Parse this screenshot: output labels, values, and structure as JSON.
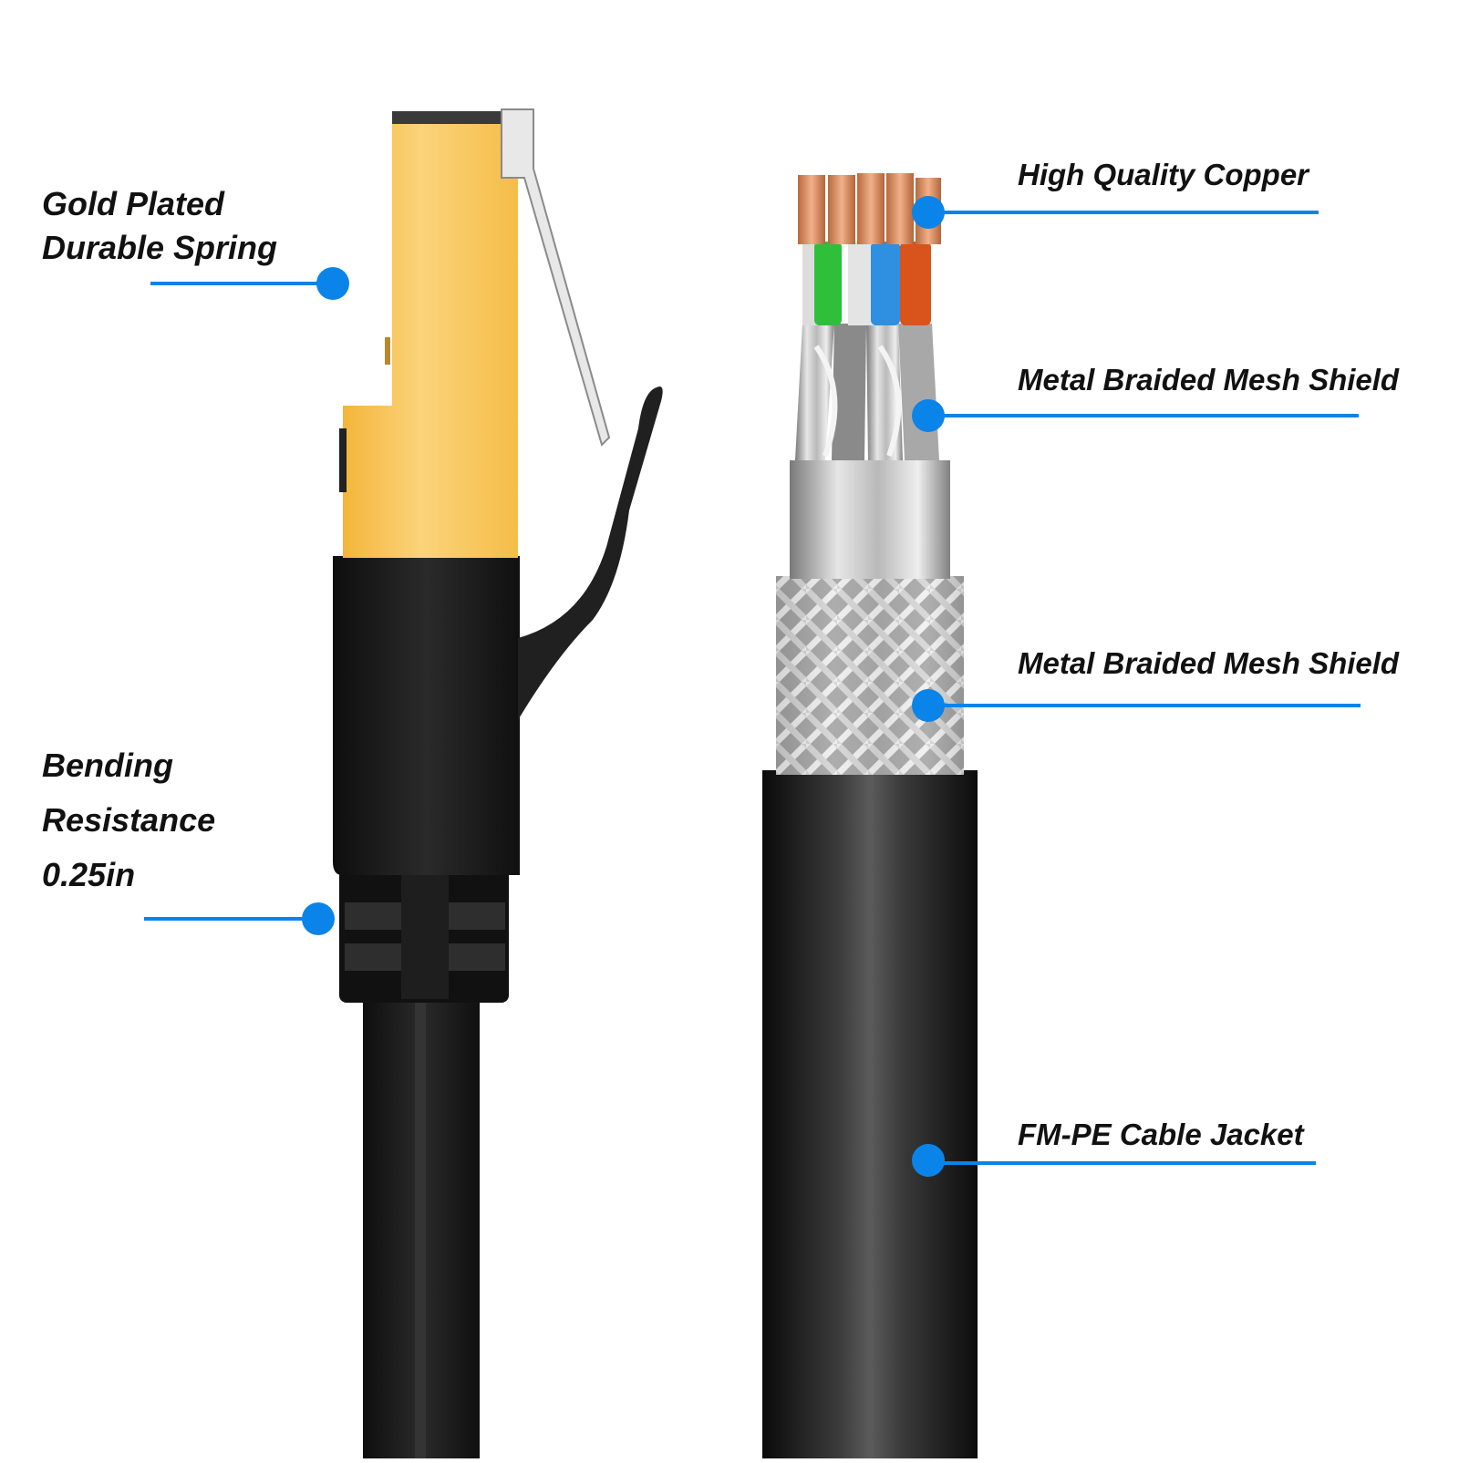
{
  "callouts": {
    "gold_plated": {
      "line1": "Gold Plated",
      "line2": "Durable Spring"
    },
    "bending": {
      "line1": "Bending",
      "line2": "Resistance",
      "line3": "0.25in"
    },
    "copper": {
      "text": "High Quality Copper"
    },
    "shield_inner": {
      "text": "Metal Braided Mesh Shield"
    },
    "shield_outer": {
      "text": "Metal Braided Mesh Shield"
    },
    "jacket": {
      "text": "FM-PE Cable Jacket"
    }
  },
  "colors": {
    "accent": "#0a84e8",
    "gold": "#f7c24a",
    "jacket": "#1a1a1a",
    "copper": "#d98b5f",
    "wire_green": "#2fbf3a",
    "wire_blue": "#2f8fe0",
    "wire_orange": "#d8541c"
  }
}
